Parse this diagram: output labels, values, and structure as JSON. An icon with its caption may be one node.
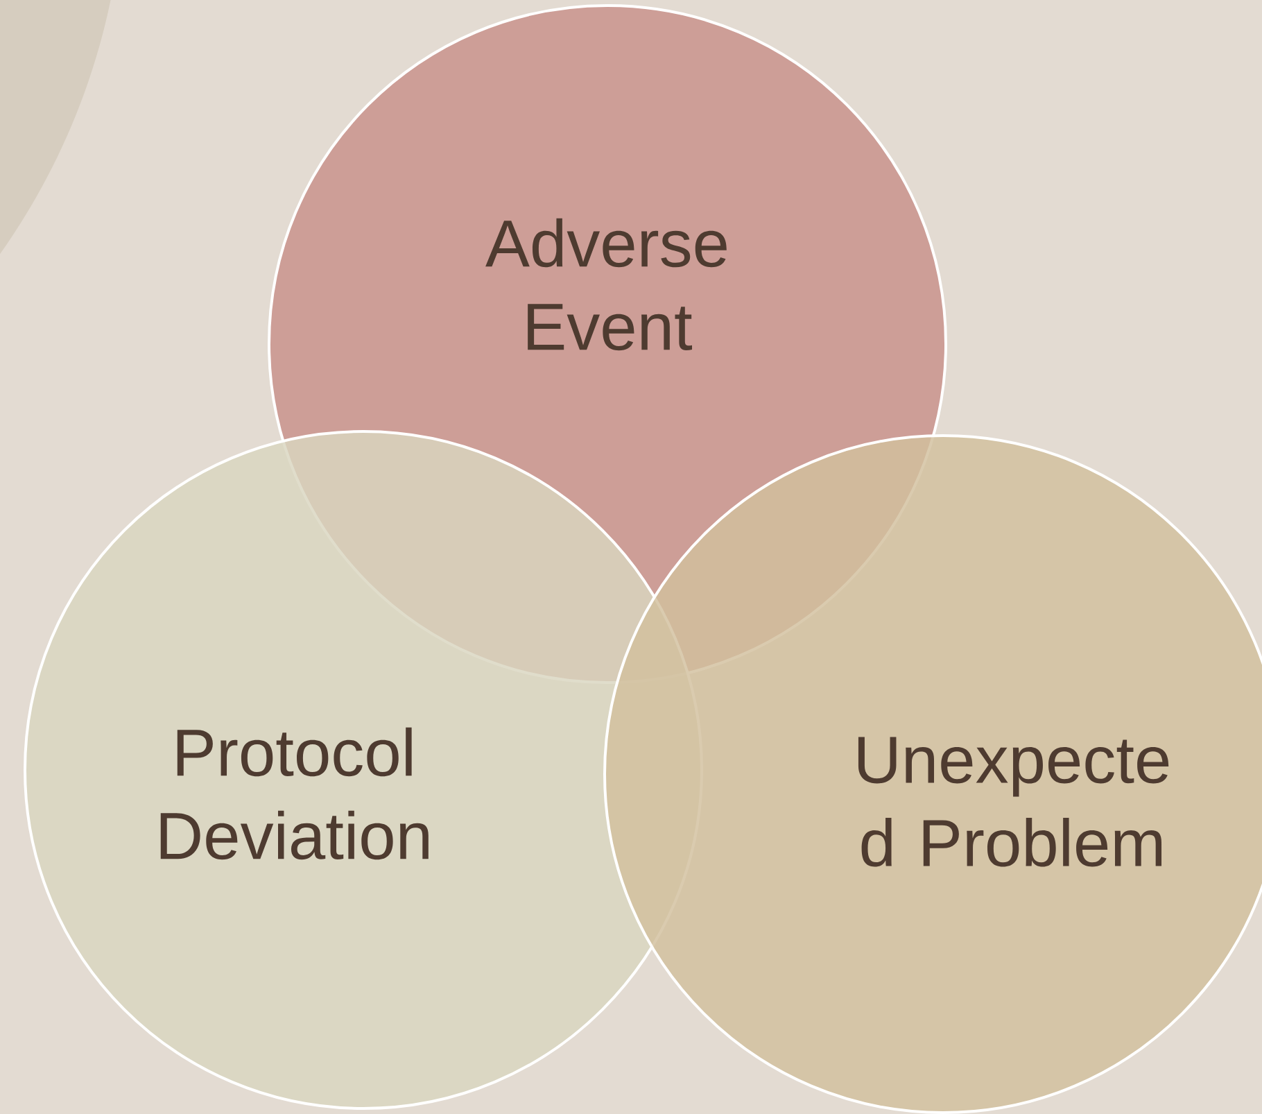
{
  "diagram": {
    "nodes": [
      {
        "text": [
          "Adverse Event"
        ]
      },
      {
        "text": [
          "Protocol Deviation"
        ]
      },
      {
        "text": [
          "Unexpecte d Problem"
        ]
      }
    ]
  }
}
